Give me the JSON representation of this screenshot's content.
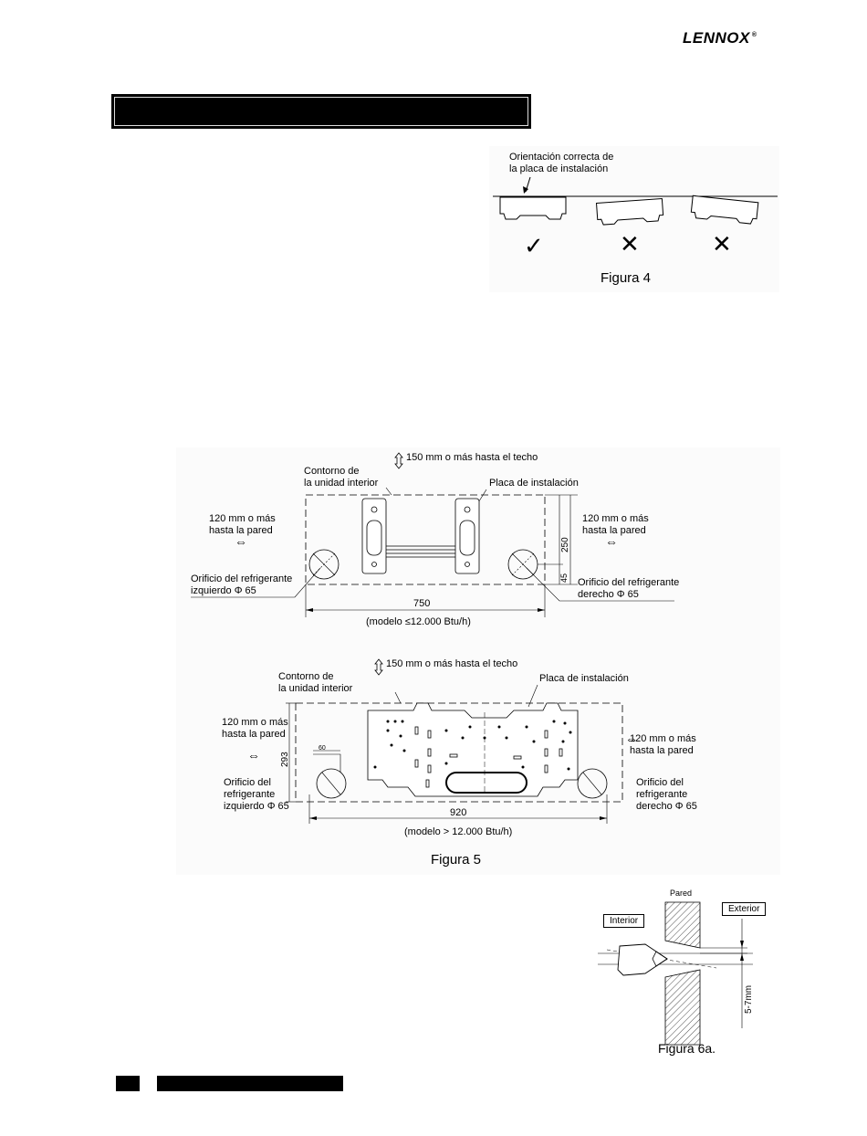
{
  "header": {
    "brand": "LENNOX",
    "brand_mark": "®"
  },
  "figure4": {
    "label": [
      "Orientación correcta de",
      "la placa de instalación"
    ],
    "caption": "Figura 4",
    "marks": [
      "✓",
      "✕",
      "✕"
    ]
  },
  "figure5": {
    "top": {
      "ceiling": "150 mm o más hasta el techo",
      "outline": [
        "Contorno de",
        "la unidad interior"
      ],
      "plate": "Placa de instalación",
      "left_wall": [
        "120 mm o más",
        "hasta la pared"
      ],
      "right_wall": [
        "120 mm o más",
        "hasta la pared"
      ],
      "left_hole": [
        "Orificio del refrigerante",
        "izquierdo Φ 65"
      ],
      "right_hole": [
        "Orificio del refrigerante",
        "derecho Φ 65"
      ],
      "width_dim": "750",
      "height_dim": "250",
      "offset_dim": "45",
      "model": "(modelo ≤12.000 Btu/h)"
    },
    "bottom": {
      "ceiling": "150 mm o más hasta el techo",
      "outline": [
        "Contorno de",
        "la unidad interior"
      ],
      "plate": "Placa de instalación",
      "left_wall": [
        "120 mm o más",
        "hasta la pared"
      ],
      "right_wall": [
        "120 mm o más",
        "hasta la pared"
      ],
      "left_hole": [
        "Orificio del",
        "refrigerante",
        "izquierdo Φ 65"
      ],
      "right_hole": [
        "Orificio del",
        "refrigerante",
        "derecho Φ 65"
      ],
      "width_dim": "920",
      "height_dim": "293",
      "small_dim": "60",
      "model": "(modelo > 12.000 Btu/h)"
    },
    "caption": "Figura 5"
  },
  "figure6a": {
    "wall": "Pared",
    "interior": "Interior",
    "exterior": "Exterior",
    "dim": "5-7mm",
    "caption": "Figura 6a."
  },
  "colors": {
    "bar": "#000000",
    "figure_bg": "#fbfbfb"
  }
}
